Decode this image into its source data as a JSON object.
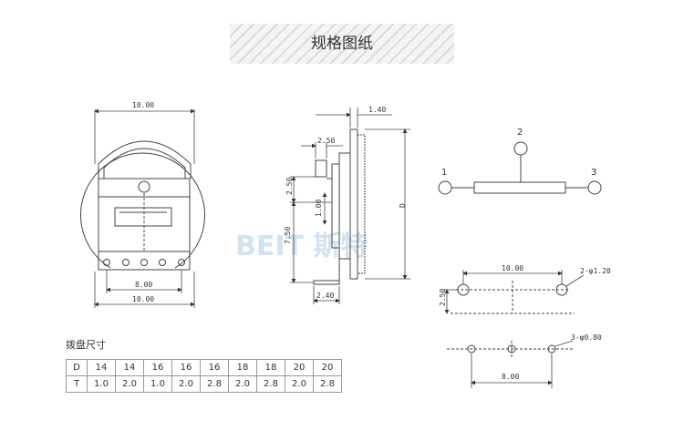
{
  "header": {
    "title": "规格图纸"
  },
  "watermark": {
    "text": "BEIT 斯特",
    "color": "#c9dbea"
  },
  "front_view": {
    "dim_top_width": "10.00",
    "dim_pin_spacing": "8.00",
    "dim_bottom_width": "10.00"
  },
  "side_view": {
    "dim_thickness": "1.40",
    "dim_shaft": "2.50",
    "dim_upper_height": "2.50",
    "dim_gap": "1.00",
    "dim_lower_height": "7.50",
    "dim_base": "2.40",
    "dim_diameter": "D"
  },
  "schematic": {
    "pin_1": "1",
    "pin_2": "2",
    "pin_3": "3"
  },
  "top_footprint": {
    "dim_width": "10.00",
    "dim_height": "2.50",
    "hole_note": "2-φ1.20"
  },
  "bottom_footprint": {
    "dim_width": "8.00",
    "hole_note": "3-φ0.80"
  },
  "dial_table": {
    "caption": "拨盘尺寸",
    "rows": [
      {
        "label": "D",
        "values": [
          "14",
          "14",
          "16",
          "16",
          "16",
          "18",
          "18",
          "20",
          "20"
        ]
      },
      {
        "label": "T",
        "values": [
          "1.0",
          "2.0",
          "1.0",
          "2.0",
          "2.8",
          "2.0",
          "2.8",
          "2.0",
          "2.8"
        ]
      }
    ]
  }
}
